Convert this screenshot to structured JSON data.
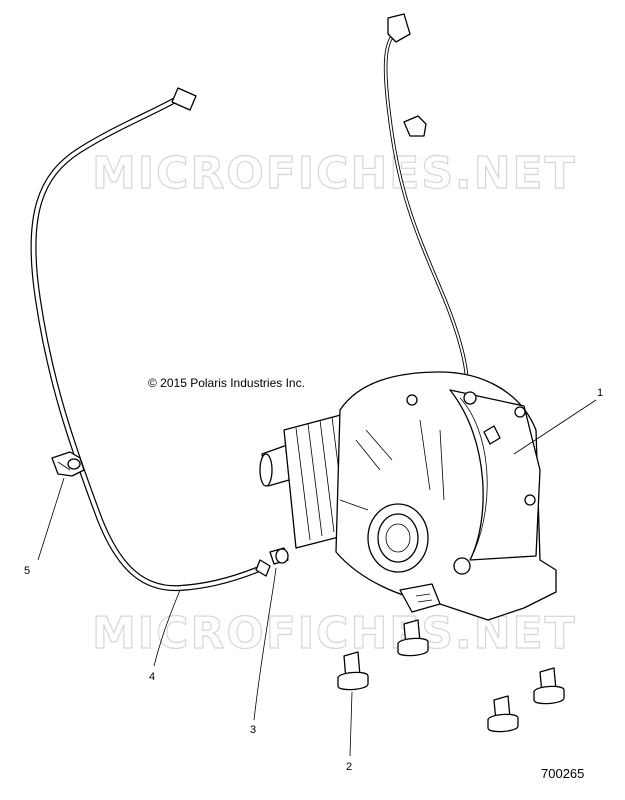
{
  "watermark": {
    "text_top": "MICROFICHES.NET",
    "text_bottom": "MICROFICHES.NET",
    "color": "#d6d6d6"
  },
  "copyright": "© 2015 Polaris Industries Inc.",
  "figure_number": "700265",
  "callouts": {
    "c1": "1",
    "c2": "2",
    "c3": "3",
    "c4": "4",
    "c5": "5"
  }
}
